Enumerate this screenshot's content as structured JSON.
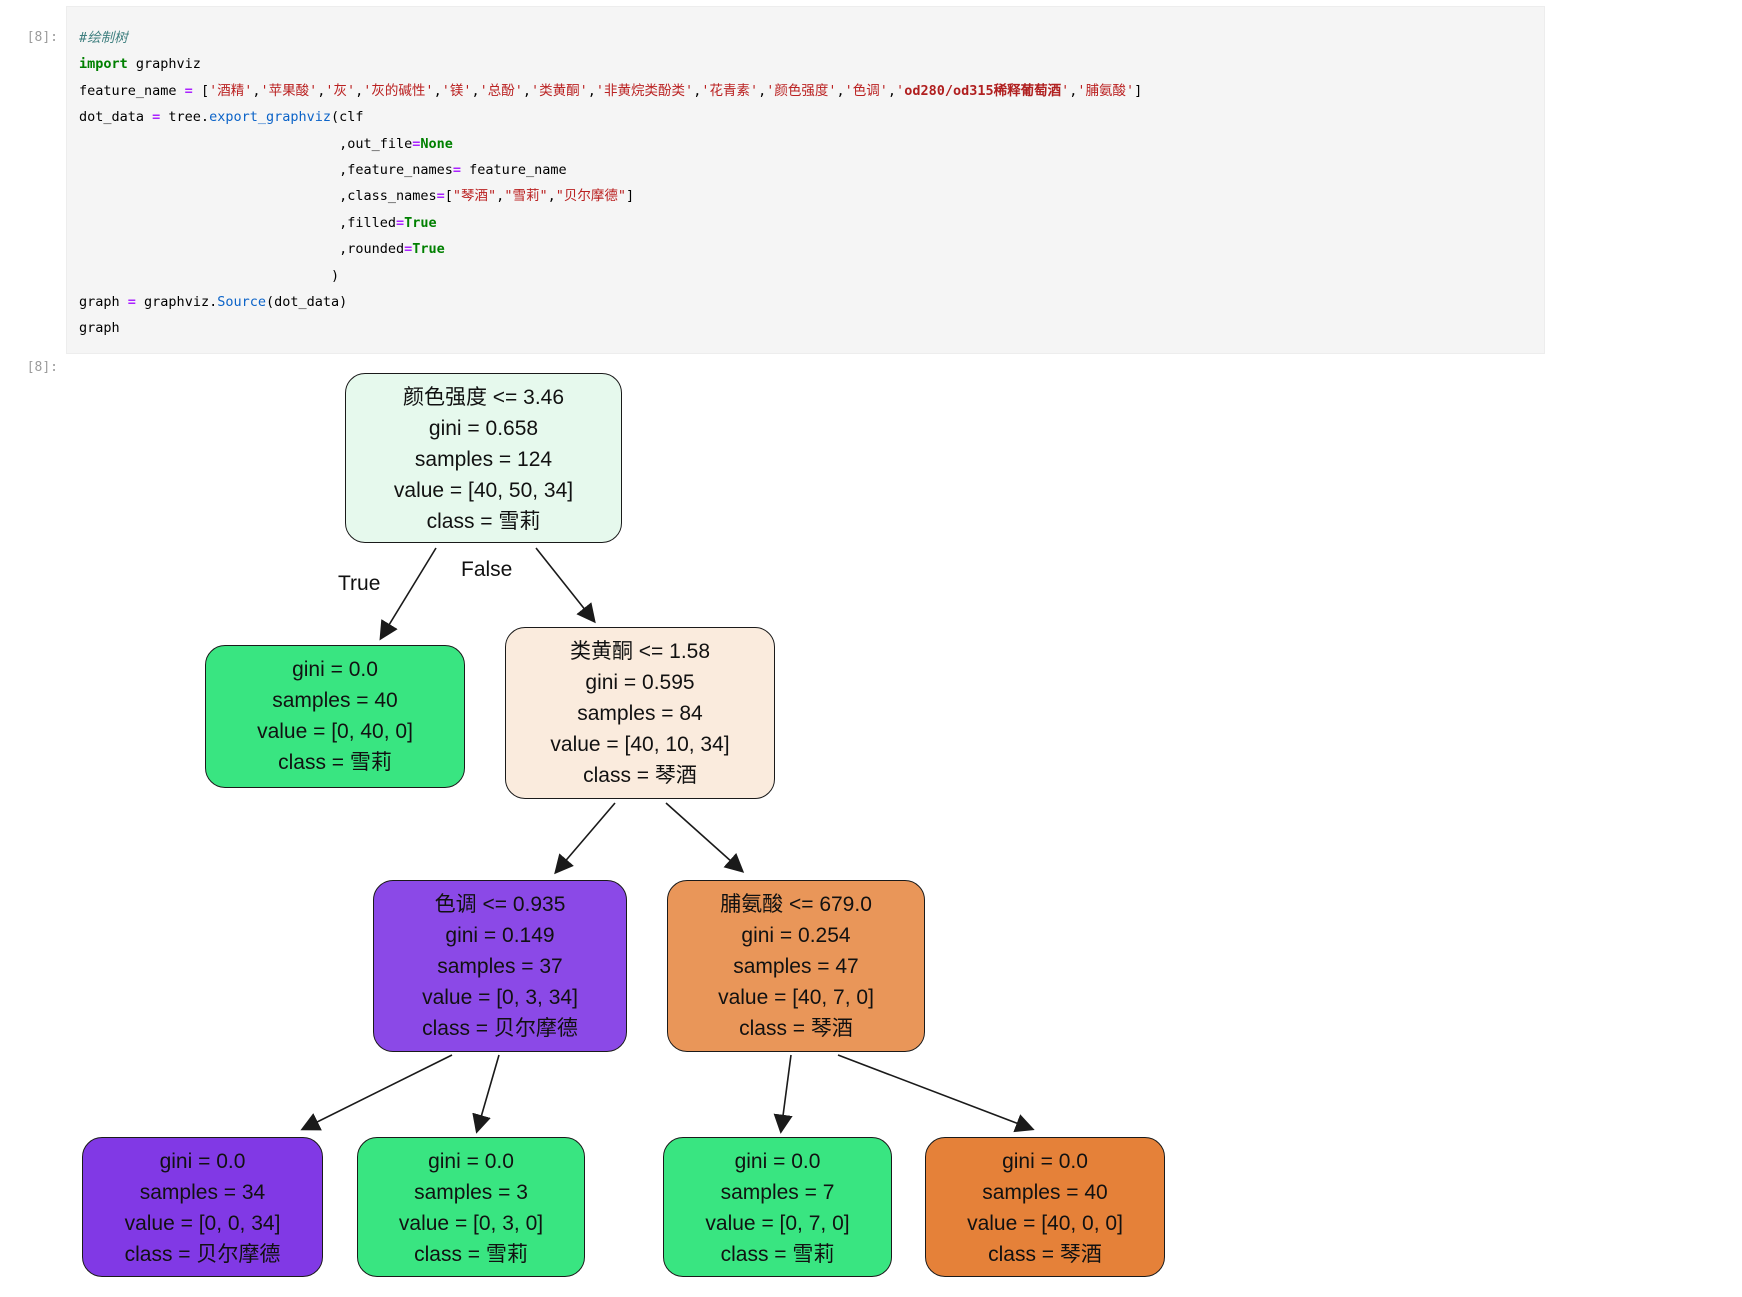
{
  "cell": {
    "input_prompt": "[8]:",
    "output_prompt": "[8]:"
  },
  "code": {
    "lines": [
      [
        [
          "c",
          "#绘制树"
        ]
      ],
      [
        [
          "k",
          "import"
        ],
        [
          "p",
          " graphviz"
        ]
      ],
      [
        [
          "p",
          "feature_name "
        ],
        [
          "o",
          "="
        ],
        [
          "p",
          " ["
        ],
        [
          "s",
          "'酒精'"
        ],
        [
          "p",
          ","
        ],
        [
          "s",
          "'苹果酸'"
        ],
        [
          "p",
          ","
        ],
        [
          "s",
          "'灰'"
        ],
        [
          "p",
          ","
        ],
        [
          "s",
          "'灰的碱性'"
        ],
        [
          "p",
          ","
        ],
        [
          "s",
          "'镁'"
        ],
        [
          "p",
          ","
        ],
        [
          "s",
          "'总酚'"
        ],
        [
          "p",
          ","
        ],
        [
          "s",
          "'类黄酮'"
        ],
        [
          "p",
          ","
        ],
        [
          "s",
          "'非黄烷类酚类'"
        ],
        [
          "p",
          ","
        ],
        [
          "s",
          "'花青素'"
        ],
        [
          "p",
          ","
        ],
        [
          "s",
          "'颜色强度'"
        ],
        [
          "p",
          ","
        ],
        [
          "s",
          "'色调'"
        ],
        [
          "p",
          ","
        ],
        [
          "s",
          "'"
        ],
        [
          "sb",
          "od280/od315稀释葡萄酒"
        ],
        [
          "s",
          "'"
        ],
        [
          "p",
          ","
        ],
        [
          "s",
          "'脯氨酸'"
        ],
        [
          "p",
          "]"
        ]
      ],
      [
        [
          "p",
          "dot_data "
        ],
        [
          "o",
          "="
        ],
        [
          "p",
          " tree."
        ],
        [
          "f",
          "export_graphviz"
        ],
        [
          "p",
          "(clf"
        ]
      ],
      [
        [
          "p",
          "                                ,out_file"
        ],
        [
          "o",
          "="
        ],
        [
          "b",
          "None"
        ]
      ],
      [
        [
          "p",
          "                                ,feature_names"
        ],
        [
          "o",
          "="
        ],
        [
          "p",
          " feature_name"
        ]
      ],
      [
        [
          "p",
          "                                ,class_names"
        ],
        [
          "o",
          "="
        ],
        [
          "p",
          "["
        ],
        [
          "s",
          "\"琴酒\""
        ],
        [
          "p",
          ","
        ],
        [
          "s",
          "\"雪莉\""
        ],
        [
          "p",
          ","
        ],
        [
          "s",
          "\"贝尔摩德\""
        ],
        [
          "p",
          "]"
        ]
      ],
      [
        [
          "p",
          "                                ,filled"
        ],
        [
          "o",
          "="
        ],
        [
          "b",
          "True"
        ]
      ],
      [
        [
          "p",
          "                                ,rounded"
        ],
        [
          "o",
          "="
        ],
        [
          "b",
          "True"
        ]
      ],
      [
        [
          "p",
          "                               )"
        ]
      ],
      [
        [
          "p",
          "graph "
        ],
        [
          "o",
          "="
        ],
        [
          "p",
          " graphviz."
        ],
        [
          "f",
          "Source"
        ],
        [
          "p",
          "(dot_data)"
        ]
      ],
      [
        [
          "p",
          "graph"
        ]
      ]
    ]
  },
  "tree": {
    "edge_labels": {
      "true_label": "True",
      "false_label": "False"
    },
    "nodes": [
      {
        "condition": "颜色强度 <= 3.46",
        "gini": "gini = 0.658",
        "samples": "samples = 124",
        "value": "value = [40, 50, 34]",
        "class_label": "class = 雪莉",
        "fill": "#e6f9ed"
      },
      {
        "gini": "gini = 0.0",
        "samples": "samples = 40",
        "value": "value = [0, 40, 0]",
        "class_label": "class = 雪莉",
        "fill": "#39e581"
      },
      {
        "condition": "类黄酮 <= 1.58",
        "gini": "gini = 0.595",
        "samples": "samples = 84",
        "value": "value = [40, 10, 34]",
        "class_label": "class = 琴酒",
        "fill": "#faebdd"
      },
      {
        "condition": "色调 <= 0.935",
        "gini": "gini = 0.149",
        "samples": "samples = 37",
        "value": "value = [0, 3, 34]",
        "class_label": "class = 贝尔摩德",
        "fill": "#8b49e7"
      },
      {
        "condition": "脯氨酸 <= 679.0",
        "gini": "gini = 0.254",
        "samples": "samples = 47",
        "value": "value = [40, 7, 0]",
        "class_label": "class = 琴酒",
        "fill": "#e99659"
      },
      {
        "gini": "gini = 0.0",
        "samples": "samples = 34",
        "value": "value = [0, 0, 34]",
        "class_label": "class = 贝尔摩德",
        "fill": "#8139e5"
      },
      {
        "gini": "gini = 0.0",
        "samples": "samples = 3",
        "value": "value = [0, 3, 0]",
        "class_label": "class = 雪莉",
        "fill": "#39e581"
      },
      {
        "gini": "gini = 0.0",
        "samples": "samples = 7",
        "value": "value = [0, 7, 0]",
        "class_label": "class = 雪莉",
        "fill": "#39e581"
      },
      {
        "gini": "gini = 0.0",
        "samples": "samples = 40",
        "value": "value = [40, 0, 0]",
        "class_label": "class = 琴酒",
        "fill": "#e58139"
      }
    ]
  },
  "colors": {
    "cell_background": "#f5f5f5",
    "prompt_text": "#9b9b9b",
    "syntax_comment": "#408080",
    "syntax_keyword": "#008000",
    "syntax_string": "#ba2121",
    "syntax_operator": "#aa22ff",
    "syntax_function": "#0b63c8",
    "node_border": "#1a1a1a",
    "class_orange": "#e58139",
    "class_green": "#39e581",
    "class_purple": "#8139e5"
  }
}
